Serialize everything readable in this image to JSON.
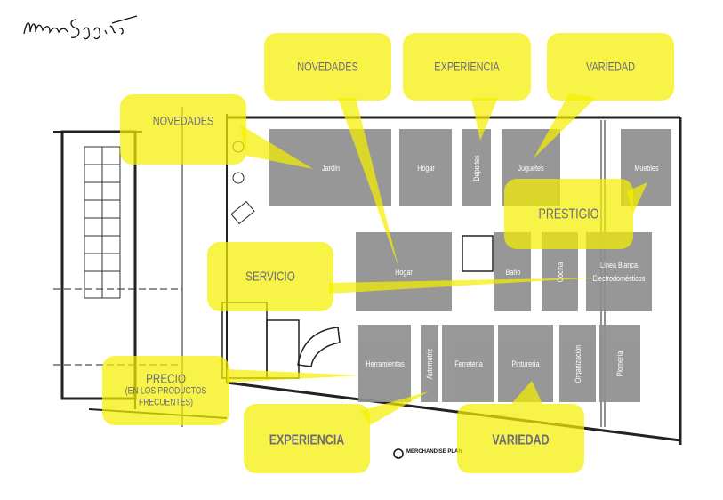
{
  "signature": "Marcela Soggiato",
  "plan_title": "MERCHANDISE PLAN",
  "departments": {
    "jardin": "Jardín",
    "hogar_top": "Hogar",
    "deportes": "Deportes",
    "juguetes": "Juguetes",
    "muebles": "Muebles",
    "hogar": "Hogar",
    "bano": "Baño",
    "cocina": "Cocina",
    "linea_blanca": "Línea Blanca",
    "electro": "Electrodomésticos",
    "herramientas": "Herramientas",
    "automotriz": "Automotriz",
    "ferreteria": "Ferretería",
    "pintureria": "Pinturería",
    "organizacion": "Organización",
    "plomeria": "Plomería"
  },
  "callouts": {
    "novedades_top": "NOVEDADES",
    "experiencia_top": "EXPERIENCIA",
    "variedad_top": "VARIEDAD",
    "novedades_left": "NOVEDADES",
    "prestigio": "PRESTIGIO",
    "servicio": "SERVICIO",
    "precio": "PRECIO",
    "precio_sub1": "(EN LOS PRODUCTOS",
    "precio_sub2": "FRECUENTES)",
    "experiencia_bottom": "EXPERIENCIA",
    "variedad_bottom": "VARIEDAD"
  },
  "colors": {
    "highlight": "#f5f000",
    "department": "#8f8f8f",
    "label": "#6b6b80"
  }
}
